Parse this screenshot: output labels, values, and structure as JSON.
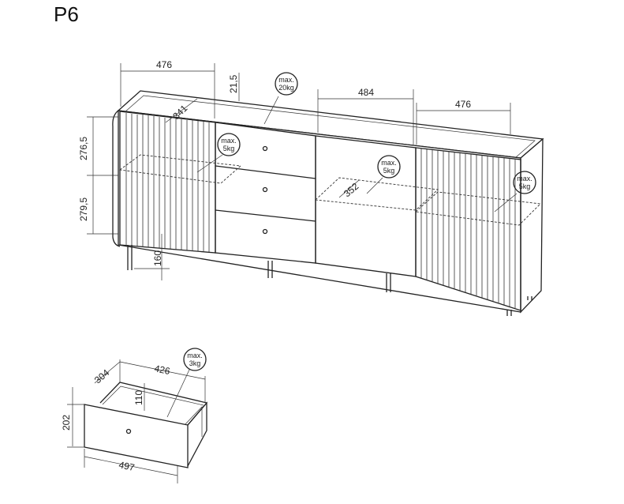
{
  "title": "P6",
  "dimensions": {
    "top_left_width": "476",
    "top_gap": "21,5",
    "middle_width": "484",
    "top_right_width": "476",
    "inner_depth": "341",
    "upper_height": "276,5",
    "lower_height": "279,5",
    "leg_height": "160",
    "shelf_depth": "352",
    "drawer_depth": "304",
    "drawer_width": "426",
    "drawer_inner_height": "110",
    "drawer_height": "202",
    "drawer_front_width": "497"
  },
  "load_labels": {
    "top": [
      "max.",
      "20kg"
    ],
    "left_shelf": [
      "max.",
      "5kg"
    ],
    "middle_shelf": [
      "max.",
      "5kg"
    ],
    "right_shelf": [
      "max.",
      "5kg"
    ],
    "drawer": [
      "max.",
      "3kg"
    ]
  }
}
